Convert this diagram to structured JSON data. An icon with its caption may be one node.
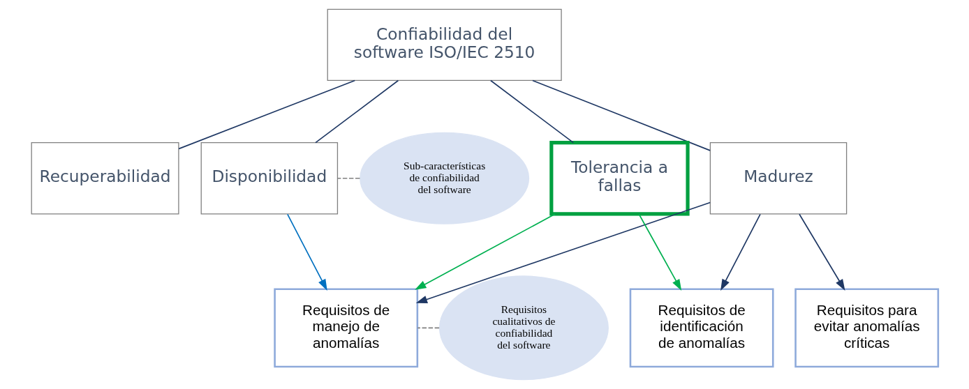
{
  "diagram": {
    "nodes": [
      {
        "text": [
          "Confiabilidad del software ISO/IEC 2510"
        ]
      },
      {
        "text": [
          "Recuperabilidad"
        ]
      },
      {
        "text": [
          "Madurez"
        ]
      },
      {
        "text": [
          "Tolerancia a fallas"
        ]
      },
      {
        "text": [
          "Disponibilidad"
        ]
      },
      {
        "text": [
          "Sub-características de confiabilidad del software"
        ]
      },
      {
        "text": [
          "Requisitos para evitar anomalías críticas"
        ]
      },
      {
        "text": [
          "Requisitos de identificación de anomalías"
        ]
      },
      {
        "text": [
          "Requisitos de manejo de anomalías"
        ]
      },
      {
        "text": [
          "Requisitos cualitativos de confiabilidad del software"
        ]
      }
    ],
    "edges": [
      {
        "from": 0,
        "to": 1,
        "arrow": "none"
      },
      {
        "from": 0,
        "to": 2,
        "arrow": "none"
      },
      {
        "from": 0,
        "to": 3,
        "arrow": "none"
      },
      {
        "from": 0,
        "to": 4,
        "arrow": "none"
      },
      {
        "from": 2,
        "to": 6,
        "arrow": "to"
      },
      {
        "from": 2,
        "to": 7,
        "arrow": "to"
      },
      {
        "from": 2,
        "to": 8,
        "arrow": "to"
      },
      {
        "from": 3,
        "to": 7,
        "arrow": "to",
        "color": "#00b050"
      },
      {
        "from": 3,
        "to": 8,
        "arrow": "to",
        "color": "#00b050"
      },
      {
        "from": 4,
        "to": 8,
        "arrow": "to",
        "color": "#0070c0"
      },
      {
        "from": 5,
        "to": 4,
        "arrow": "none",
        "style": "dashed",
        "color": "#7f7f7f"
      },
      {
        "from": 9,
        "to": 8,
        "arrow": "none",
        "style": "dashed",
        "color": "#7f7f7f"
      }
    ]
  }
}
